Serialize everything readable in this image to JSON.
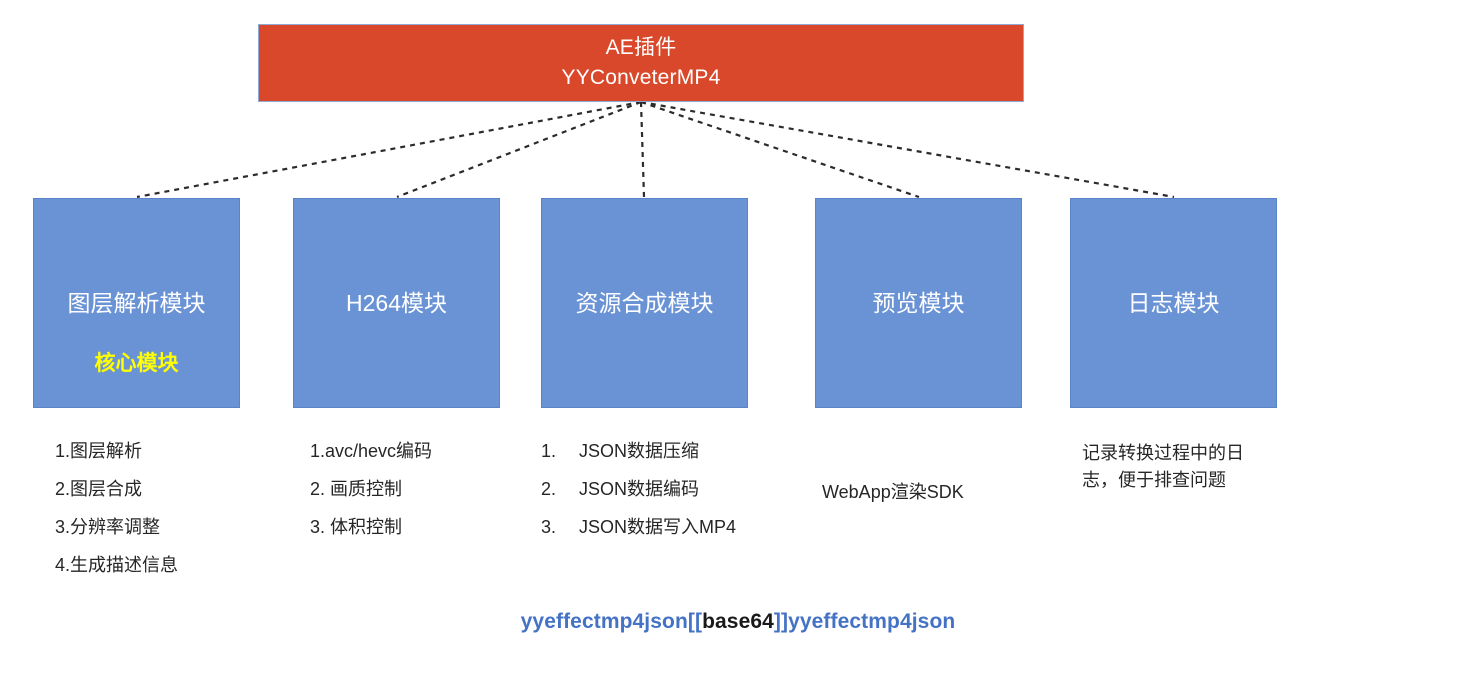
{
  "diagram": {
    "root": {
      "line1": "AE插件",
      "line2": "YYConveterMP4",
      "fill": "#D9482B",
      "text_color": "#FFFFFF"
    },
    "module_fill": "#6A93D6",
    "modules": [
      {
        "title": "图层解析模块",
        "subtitle": "核心模块",
        "subtitle_color": "#FFFF00",
        "details": [
          "1.图层解析",
          "2.图层合成",
          "3.分辨率调整",
          "4.生成描述信息"
        ]
      },
      {
        "title": "H264模块",
        "subtitle": "",
        "details": [
          "1.avc/hevc编码",
          "2. 画质控制",
          "3. 体积控制"
        ]
      },
      {
        "title": "资源合成模块",
        "subtitle": "",
        "details_numbered": [
          {
            "num": "1.",
            "text": "JSON数据压缩"
          },
          {
            "num": "2.",
            "text": "JSON数据编码"
          },
          {
            "num": "3.",
            "text": "JSON数据写入MP4"
          }
        ]
      },
      {
        "title": "预览模块",
        "subtitle": "",
        "details": [
          "WebApp渲染SDK"
        ]
      },
      {
        "title": "日志模块",
        "subtitle": "",
        "details": [
          "记录转换过程中的日志，便于排查问题"
        ]
      }
    ],
    "caption": {
      "prefix": "yyeffectmp4json[[",
      "middle": "base64",
      "suffix": "]]yyeffectmp4json",
      "color": "#4472C4",
      "middle_color": "#1A1A1A"
    }
  }
}
